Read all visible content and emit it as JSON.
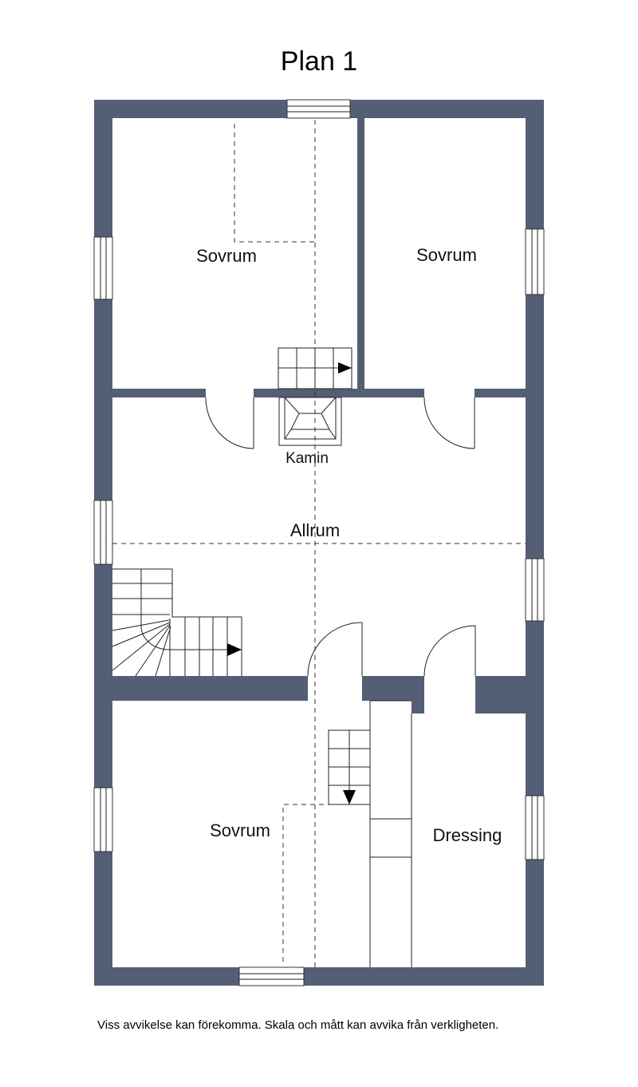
{
  "title": "Plan 1",
  "footnote": "Viss avvikelse kan förekomma. Skala och mått kan avvika från verkligheten.",
  "rooms": {
    "bedroom_top_left": "Sovrum",
    "bedroom_top_right": "Sovrum",
    "fireplace": "Kamin",
    "living": "Allrum",
    "bedroom_bottom": "Sovrum",
    "dressing": "Dressing"
  },
  "colors": {
    "wall": "#545e75",
    "background": "#ffffff"
  }
}
